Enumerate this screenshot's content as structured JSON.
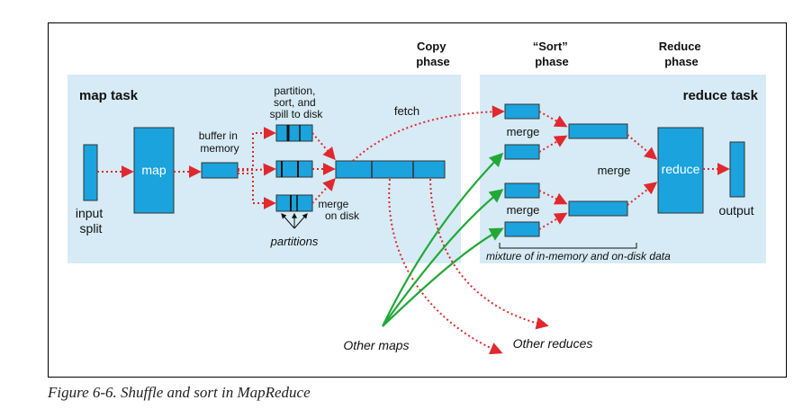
{
  "phases": {
    "copy": [
      "Copy",
      "phase"
    ],
    "sort": [
      "“Sort”",
      "phase"
    ],
    "reduce": [
      "Reduce",
      "phase"
    ]
  },
  "map_task": {
    "title": "map task",
    "input_split": [
      "input",
      "split"
    ],
    "map": "map",
    "buffer": [
      "buffer in",
      "memory"
    ],
    "partition": [
      "partition,",
      "sort, and",
      "spill to disk"
    ],
    "partitions": "partitions",
    "merge_on_disk": [
      "merge",
      "on disk"
    ]
  },
  "fetch": "fetch",
  "reduce_task": {
    "title": "reduce task",
    "merge_top": "merge",
    "merge_mid": "merge",
    "merge_bottom": "merge",
    "reduce": "reduce",
    "output": "output",
    "mixture": "mixture of in-memory and on-disk data"
  },
  "other_maps": "Other maps",
  "other_reduces": "Other reduces",
  "caption": "Figure 6-6. Shuffle and sort in MapReduce",
  "colors": {
    "panel": "#d6ebf5",
    "box": "#1aa3dd",
    "red": "#e0282e",
    "green": "#22a838"
  }
}
